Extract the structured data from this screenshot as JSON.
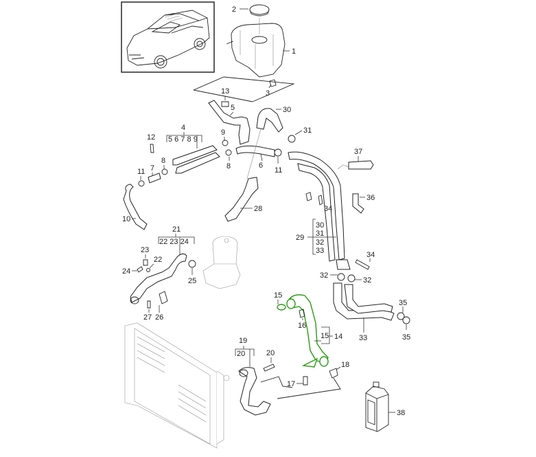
{
  "diagram": {
    "subject": "coolant system exploded parts diagram",
    "highlight_color": "#2a9a12",
    "line_color": "#222222",
    "callouts": {
      "c1": "1",
      "c2": "2",
      "c3": "3",
      "c4": "4",
      "c4_sub": "5 6 7 8 9",
      "c5": "5",
      "c6": "6",
      "c7": "7",
      "c8a": "8",
      "c8b": "8",
      "c9": "9",
      "c10": "10",
      "c11a": "11",
      "c11b": "11",
      "c12": "12",
      "c13": "13",
      "c14": "14",
      "c15a": "15",
      "c15b": "15",
      "c16": "16",
      "c17": "17",
      "c18": "18",
      "c19": "19",
      "c19_sub": "20",
      "c20": "20",
      "c21": "21",
      "c21_sub": "22 23  24",
      "c22": "22",
      "c23": "23",
      "c24": "24",
      "c25": "25",
      "c26": "26",
      "c27": "27",
      "c28": "28",
      "c29": "29",
      "c29_s30": "30",
      "c29_s31": "31",
      "c29_s32": "32",
      "c29_s33": "33",
      "c30": "30",
      "c31": "31",
      "c32a": "32",
      "c32b": "32",
      "c33": "33",
      "c34a": "34",
      "c34b": "34",
      "c35a": "35",
      "c35b": "35",
      "c36": "36",
      "c37": "37",
      "c38": "38"
    }
  }
}
